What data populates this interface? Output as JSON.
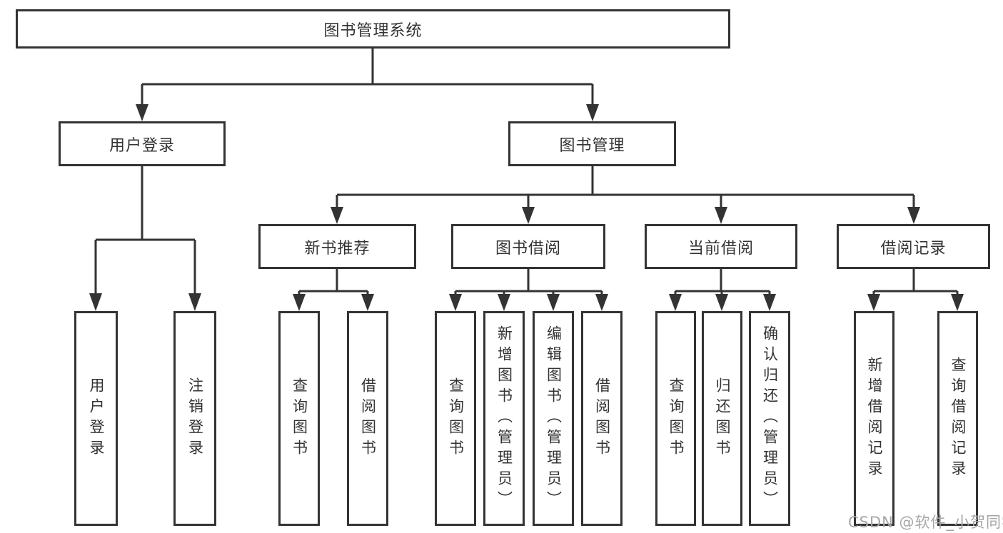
{
  "tree": {
    "root": {
      "label": "图书管理系统"
    },
    "user_login": {
      "label": "用户登录",
      "children": [
        {
          "label": "用户登录"
        },
        {
          "label": "注销登录"
        }
      ]
    },
    "book_mgmt": {
      "label": "图书管理",
      "sections": [
        {
          "label": "新书推荐",
          "children": [
            {
              "label": "查询图书"
            },
            {
              "label": "借阅图书"
            }
          ]
        },
        {
          "label": "图书借阅",
          "children": [
            {
              "label": "查询图书"
            },
            {
              "label": "新增图书（管理员）"
            },
            {
              "label": "编辑图书（管理员）"
            },
            {
              "label": "借阅图书"
            }
          ]
        },
        {
          "label": "当前借阅",
          "children": [
            {
              "label": "查询图书"
            },
            {
              "label": "归还图书"
            },
            {
              "label": "确认归还（管理员）"
            }
          ]
        },
        {
          "label": "借阅记录",
          "children": [
            {
              "label": "新增借阅记录"
            },
            {
              "label": "查询借阅记录"
            }
          ]
        }
      ]
    }
  },
  "watermark": "CSDN @软件_小贺同学",
  "colors": {
    "line": "#333333",
    "border": "#333333",
    "text": "#333333",
    "watermark": "#a6a6a6",
    "background": "#ffffff"
  }
}
